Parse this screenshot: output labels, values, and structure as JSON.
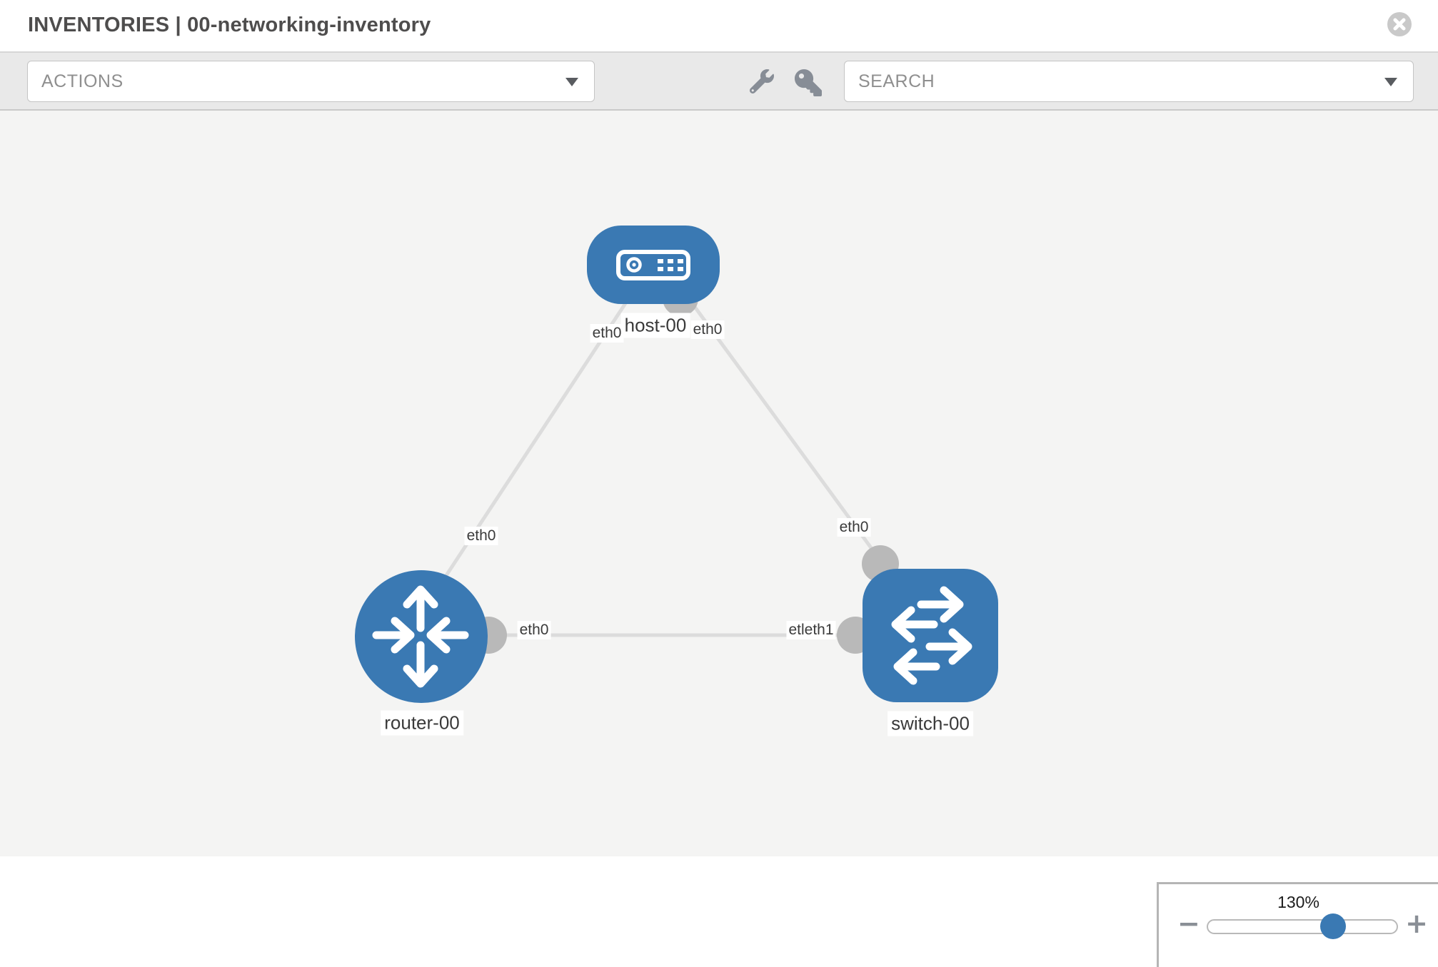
{
  "header": {
    "title": "INVENTORIES | 00-networking-inventory"
  },
  "toolbar": {
    "actions_placeholder": "ACTIONS",
    "search_placeholder": "SEARCH",
    "icons": {
      "wrench": "wrench-icon",
      "key": "key-icon",
      "close": "close-icon"
    }
  },
  "topology": {
    "nodes": [
      {
        "label": "host-00",
        "type": "host"
      },
      {
        "label": "router-00",
        "type": "router"
      },
      {
        "label": "switch-00",
        "type": "switch"
      }
    ],
    "links": [
      {
        "from": "host-00",
        "to": "router-00"
      },
      {
        "from": "host-00",
        "to": "switch-00"
      },
      {
        "from": "router-00",
        "to": "switch-00"
      }
    ],
    "interface_labels": [
      {
        "text": "eth0",
        "position": "host-end-left-link"
      },
      {
        "text": "eth0",
        "position": "host-end-right-link"
      },
      {
        "text": "eth0",
        "position": "router-end-top-link"
      },
      {
        "text": "eth0",
        "position": "router-end-horizontal-link"
      },
      {
        "text": "etleth1",
        "position": "switch-end-horizontal-link"
      },
      {
        "text": "eth0",
        "position": "switch-end-top-link"
      }
    ]
  },
  "zoom_control": {
    "level": "130%",
    "decrease_label": "−",
    "increase_label": "+"
  },
  "colors": {
    "node_fill": "#3a79b3",
    "link": "#dcdcdc",
    "endpoint": "#b9b9b9",
    "toolbar_bg": "#e9e9e9",
    "canvas_bg": "#f4f4f3",
    "slider_handle": "#3a79b3"
  }
}
